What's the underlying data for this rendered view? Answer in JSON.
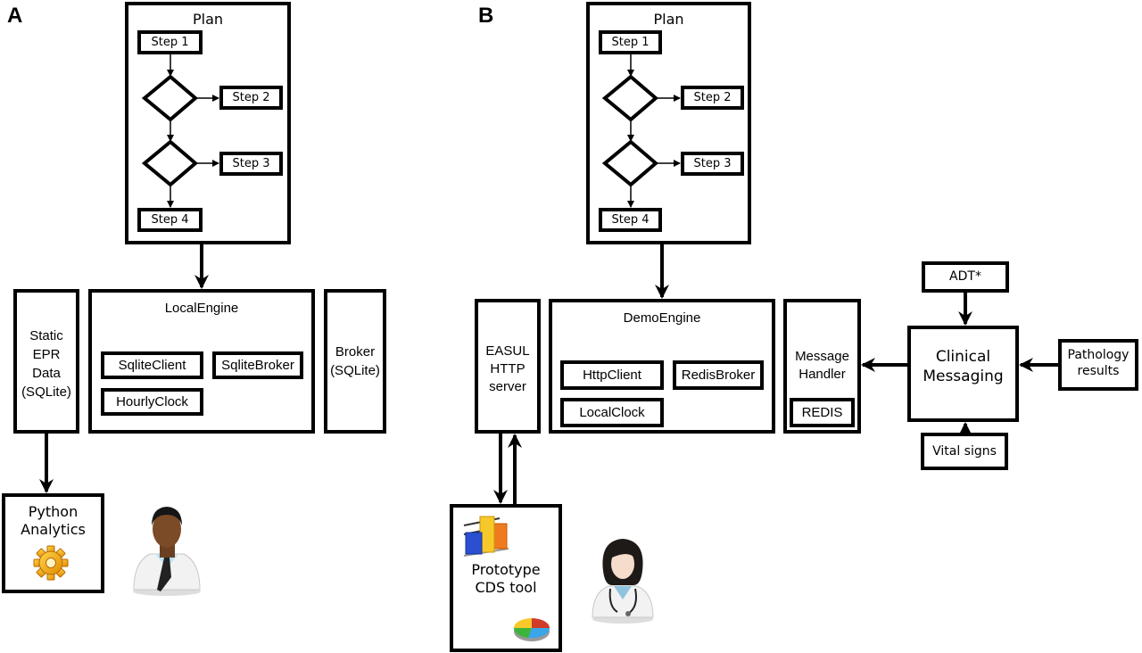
{
  "panels": {
    "a": {
      "letter": "A",
      "plan": {
        "title": "Plan",
        "steps": [
          "Step 1",
          "Step 2",
          "Step 3",
          "Step 4"
        ]
      },
      "engine": {
        "title": "LocalEngine",
        "components": [
          "SqliteClient",
          "SqliteBroker",
          "HourlyClock"
        ]
      },
      "data_store": "Static\nEPR\nData\n(SQLite)",
      "broker": "Broker\n(SQLite)",
      "analytics": "Python\nAnalytics",
      "icons": [
        "gear-icon",
        "male-doctor-icon"
      ]
    },
    "b": {
      "letter": "B",
      "plan": {
        "title": "Plan",
        "steps": [
          "Step 1",
          "Step 2",
          "Step 3",
          "Step 4"
        ]
      },
      "engine": {
        "title": "DemoEngine",
        "components": [
          "HttpClient",
          "RedisBroker",
          "LocalClock"
        ]
      },
      "server": "EASUL\nHTTP\nserver",
      "message_handler": {
        "title": "Message\nHandler",
        "component": "REDIS"
      },
      "clinical_messaging": "Clinical\nMessaging",
      "sources": {
        "adt": "ADT*",
        "pathology": "Pathology\nresults",
        "vital_signs": "Vital signs"
      },
      "cds_tool": "Prototype\nCDS tool",
      "icons": [
        "bar-chart-icon",
        "pie-chart-icon",
        "female-doctor-icon"
      ]
    }
  }
}
